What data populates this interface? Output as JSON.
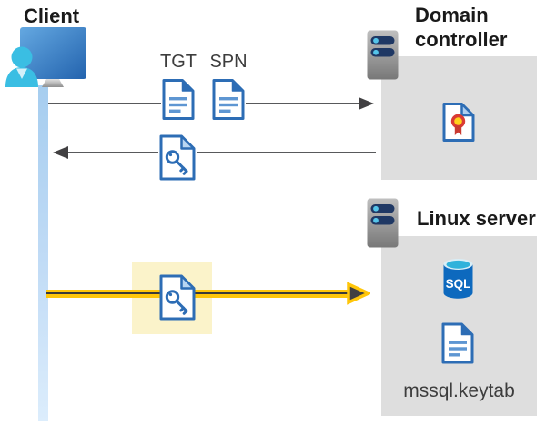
{
  "client": {
    "label": "Client"
  },
  "tickets": {
    "tgt_label": "TGT",
    "spn_label": "SPN"
  },
  "domain_controller": {
    "label": "Domain controller"
  },
  "linux_server": {
    "label": "Linux server",
    "sql_badge": "SQL",
    "keytab_label": "mssql.keytab"
  },
  "colors": {
    "document_blue": "#2D6DB5",
    "document_line_blue": "#5E96D2",
    "person_cyan": "#3ABEE3",
    "timeline_blue": "#B9D8F4",
    "section_box_gray": "#DEDEDE",
    "arrow_gray": "#58595B",
    "kerberos_yellow": "#FFC60A",
    "highlight_yellow": "#FBF3CA",
    "certificate_red": "#DA3B34",
    "certificate_gold": "#FFD21C",
    "sql_blue": "#0D69BE",
    "server_bar_navy": "#1F3864"
  }
}
